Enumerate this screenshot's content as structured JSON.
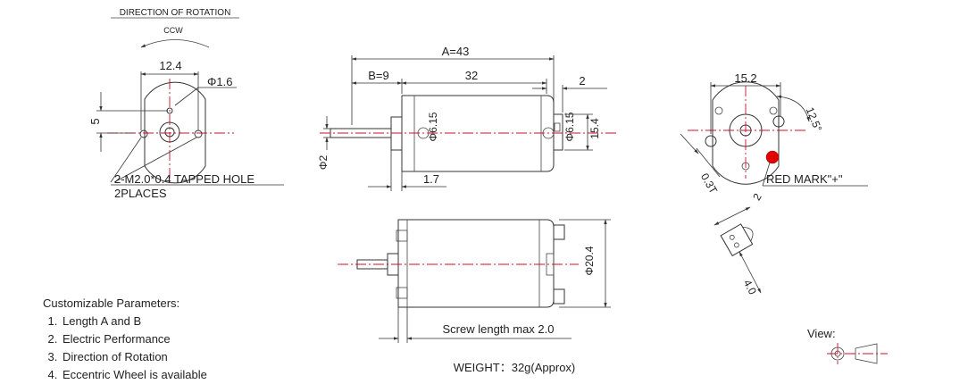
{
  "rotation": {
    "heading": "DIRECTION OF ROTATION",
    "direction": "CCW"
  },
  "front_view": {
    "dim_width": "12.4",
    "dim_hole": "Φ1.6",
    "dim_offset": "5",
    "note_line1": "2-M2.0*0.4 TAPPED HOLE",
    "note_line2": "2PLACES"
  },
  "side_view": {
    "dim_a": "A=43",
    "dim_b": "B=9",
    "dim_body": "32",
    "dim_terminal": "2",
    "dim_boss": "Φ6.15",
    "dim_boss2": "Φ6.15",
    "dim_height": "15.4",
    "dim_shaft": "Φ2",
    "dim_shoulder": "1.7"
  },
  "bottom_view": {
    "dim_diameter": "Φ20.4",
    "note_screw": "Screw length max 2.0"
  },
  "rear_view": {
    "dim_width": "15.2",
    "dim_angle": "12.5°",
    "dim_thickness": "0.3T",
    "note_red_mark": "RED MARK\"+\"",
    "dim_terminal_w": "2",
    "dim_terminal_l": "4.0"
  },
  "weight": "WEIGHT：32g(Approx)",
  "view_label": "View:",
  "parameters": {
    "heading": "Customizable Parameters:",
    "items": [
      "Length A and B",
      "Electric Performance",
      "Direction of Rotation",
      "Eccentric Wheel is available"
    ]
  },
  "colors": {
    "centerline": "#c8102e",
    "red_mark": "#e00000",
    "line": "#333333"
  }
}
